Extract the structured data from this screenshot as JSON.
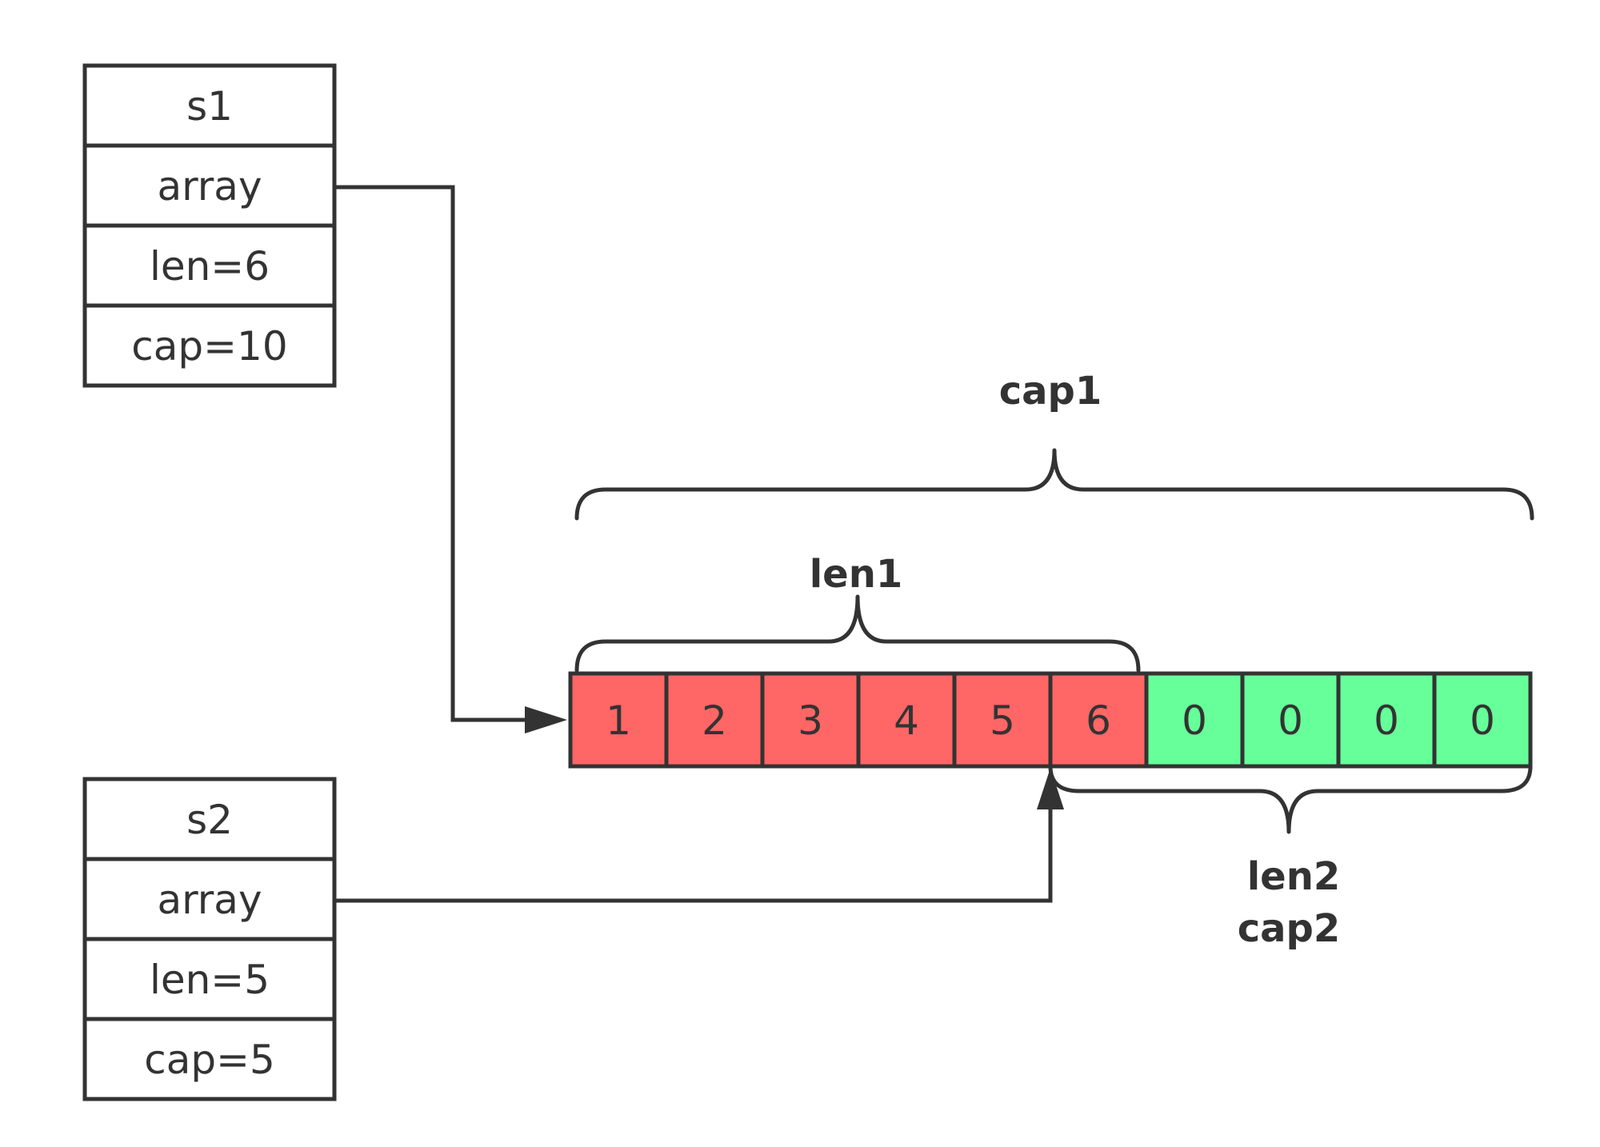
{
  "structs": [
    {
      "name": "s1",
      "array": "array",
      "len": "len=6",
      "cap": "cap=10"
    },
    {
      "name": "s2",
      "array": "array",
      "len": "len=5",
      "cap": "cap=5"
    }
  ],
  "array": {
    "cells": [
      "1",
      "2",
      "3",
      "4",
      "5",
      "6",
      "0",
      "0",
      "0",
      "0"
    ],
    "filled_color": "#ff6666",
    "empty_color": "#66ff99"
  },
  "braces": {
    "cap1": "cap1",
    "len1": "len1",
    "len2": "len2",
    "cap2": "cap2"
  },
  "colors": {
    "stroke": "#333333",
    "background": "#ffffff"
  }
}
